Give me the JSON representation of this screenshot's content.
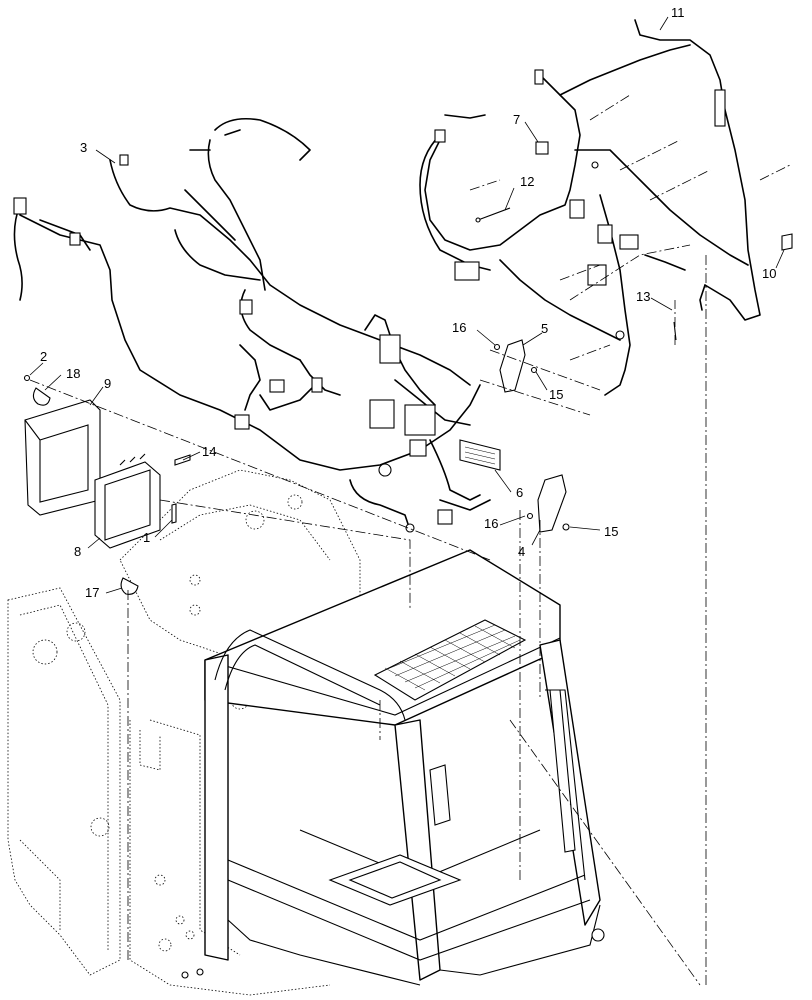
{
  "callouts": {
    "c1": "1",
    "c2": "2",
    "c3": "3",
    "c4": "4",
    "c5": "5",
    "c6": "6",
    "c7": "7",
    "c8": "8",
    "c9": "9",
    "c10": "10",
    "c11": "11",
    "c12": "12",
    "c13": "13",
    "c14": "14",
    "c15a": "15",
    "c15b": "15",
    "c16a": "16",
    "c16b": "16",
    "c17": "17",
    "c18": "18"
  }
}
